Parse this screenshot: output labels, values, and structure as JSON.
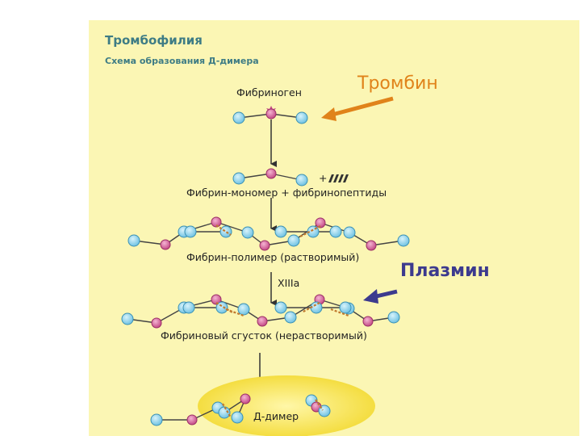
{
  "header": {
    "title": "Тромбофилия",
    "subtitle": "Схема образования Д-димера"
  },
  "labels": {
    "fibrinogen": "Фибриноген",
    "monomer": "Фибрин-мономер + фибринопептиды",
    "plus_sign": "+",
    "polymer": "Фибрин-полимер (растворимый)",
    "factor": "XIIIa",
    "clot": "Фибриновый сгусток (нерастворимый)",
    "ddimer": "Д-димер"
  },
  "enzymes": {
    "thrombin": "Тромбин",
    "plasmin": "Плазмин"
  },
  "colors": {
    "background": "#fbf6b4",
    "header_text": "#3e7c85",
    "thrombin": "#e0831a",
    "plasmin": "#3c3a8e",
    "blue_node": "#8fd4ec",
    "pink_node": "#d2609a",
    "bond": "#c07a30",
    "ddimer_ellipse": "#f5e043"
  }
}
